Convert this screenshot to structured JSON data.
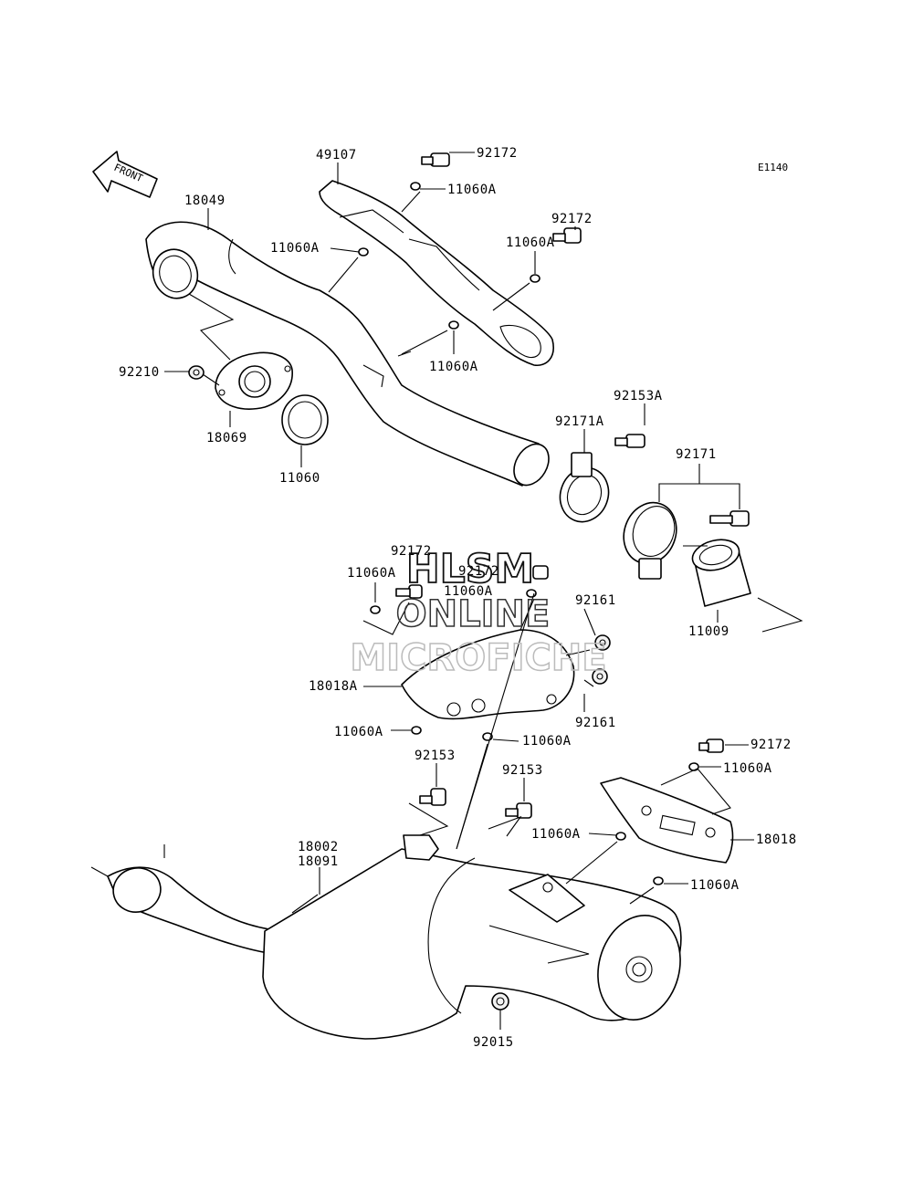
{
  "diagram_code": "E1140",
  "front_label": "FRONT",
  "watermark": {
    "line1": "HLSM",
    "line2": "ONLINE",
    "line3": "MICROFICHE"
  },
  "labels": {
    "p49107": "49107",
    "p92172_a": "92172",
    "p11060A_a": "11060A",
    "p18049": "18049",
    "p11060A_b": "11060A",
    "p92172_b": "92172",
    "p11060A_c": "11060A",
    "p11060A_d": "11060A",
    "p92210": "92210",
    "p18069": "18069",
    "p11060": "11060",
    "p92153A": "92153A",
    "p92171A": "92171A",
    "p92171": "92171",
    "p11009": "11009",
    "p92172_c": "92172",
    "p11060A_e": "11060A",
    "p92172_d": "92172",
    "p11060A_f": "11060A",
    "p92161_a": "92161",
    "p18018A": "18018A",
    "p92161_b": "92161",
    "p11060A_g": "11060A",
    "p11060A_h": "11060A",
    "p92153_a": "92153",
    "p92153_b": "92153",
    "p92172_e": "92172",
    "p11060A_i": "11060A",
    "p18002": "18002",
    "p18091": "18091",
    "p11060A_j": "11060A",
    "p18018": "18018",
    "p11060A_k": "11060A",
    "p92015": "92015"
  }
}
